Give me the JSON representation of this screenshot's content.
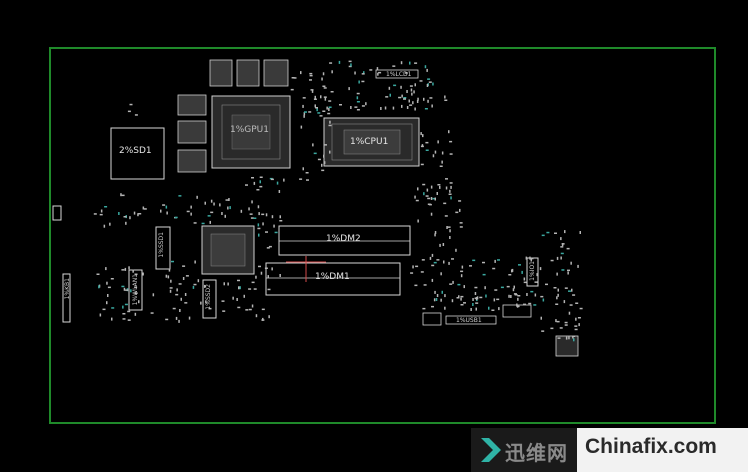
{
  "board": {
    "labels": {
      "sd1": "2%SD1",
      "gpu1": "1%GPU1",
      "cpu1": "1%CPU1",
      "dm2": "1%DM2",
      "dm1": "1%DM1",
      "lcd1": "1%LCD1",
      "ssd1": "1%SSD1",
      "ssd2": "1%SSD2",
      "wlan1": "1%WLAN1",
      "io1": "1%IO1",
      "usb1": "1%USB1",
      "kb1": "1%KB1"
    }
  },
  "watermark": {
    "cn_text": "迅维网",
    "site_text": "Chinafix.com"
  }
}
